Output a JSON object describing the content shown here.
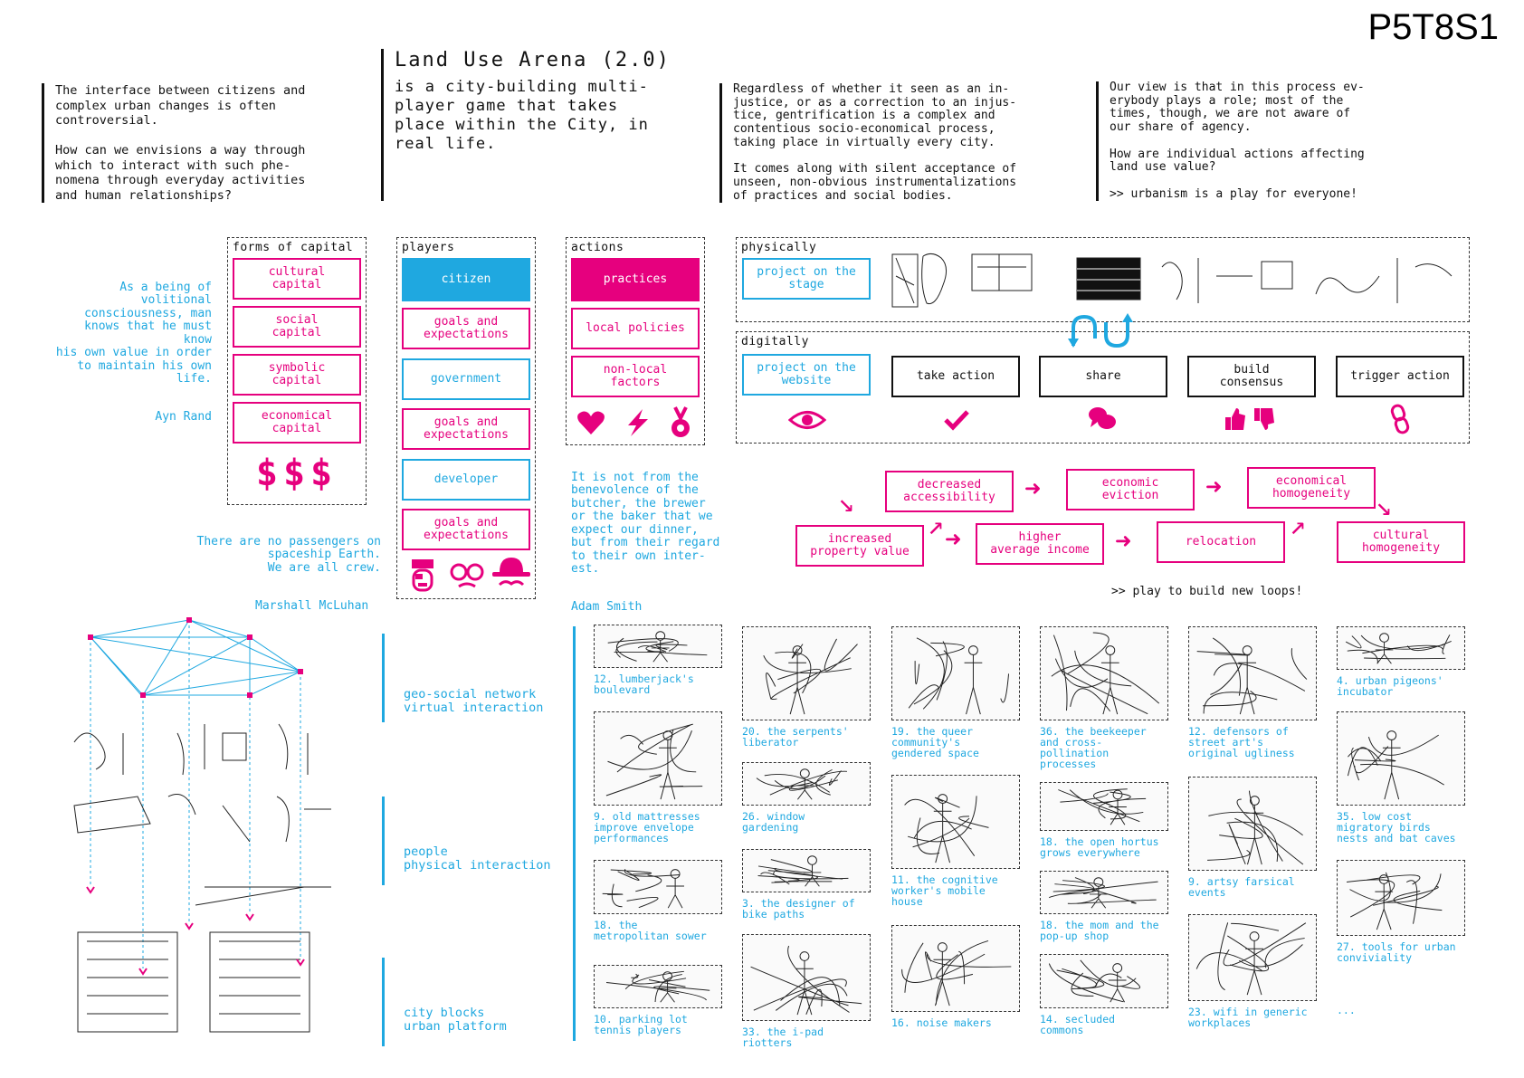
{
  "code": "P5T8S1",
  "title": "Land Use Arena (2.0)",
  "lead": "is a city-building multi-\nplayer game that takes\nplace within the City, in\nreal life.",
  "intro_left": "The interface between citizens and\ncomplex urban changes is often\ncontroversial.\n\nHow can we envisions a way through\nwhich to interact with such phe-\nnomena through everyday activities\nand human relationships?",
  "intro_mid": "Regardless of whether it seen as an in-\njustice, or as a correction to an injus-\ntice, gentrification is a complex and\ncontentious socio-economical process,\ntaking place in virtually every city.\n\nIt comes along with silent acceptance of\nunseen, non-obvious instrumentalizations\nof practices and social bodies.",
  "intro_right": "Our view is that in this process ev-\nerybody plays a role; most of the\ntimes, though, we are not aware of\nour share of agency.\n\nHow are individual actions affecting\nland use value?\n\n>> urbanism is a play for everyone!",
  "quote1": {
    "text": "As a being of\nvolitional\nconsciousness, man\nknows that he must know\nhis own value in order\nto maintain his own\nlife.",
    "author": "Ayn Rand"
  },
  "quote2": {
    "text": "There are no passengers on\nspaceship Earth.\nWe are all crew.",
    "author": "Marshall McLuhan"
  },
  "quote3": {
    "text": "It is not from the\nbenevolence of  the\nbutcher, the brewer\nor the baker that we\nexpect our dinner,\nbut from their regard\nto their own inter-\nest.",
    "author": "Adam Smith"
  },
  "capital": {
    "title": "forms of capital",
    "items": [
      "cultural\ncapital",
      "social\ncapital",
      "symbolic\ncapital",
      "economical\ncapital"
    ],
    "symbol": "$$$"
  },
  "players": {
    "title": "players",
    "items": [
      "citizen",
      "goals and\nexpectations",
      "government",
      "goals and\nexpectations",
      "developer",
      "goals and\nexpectations"
    ]
  },
  "actions": {
    "title": "actions",
    "items": [
      "practices",
      "local policies",
      "non-local\nfactors"
    ]
  },
  "physically": {
    "title": "physically",
    "project": "project on the\nstage"
  },
  "digitally": {
    "title": "digitally",
    "project": "project on the\nwebsite",
    "buttons": [
      "take action",
      "share",
      "build\nconsensus",
      "trigger action"
    ]
  },
  "loop": {
    "nodes": [
      "increased\nproperty value",
      "decreased\naccessibility",
      "higher\naverage income",
      "economic\neviction",
      "relocation",
      "economical\nhomogeneity",
      "cultural\nhomogeneity"
    ],
    "cta": ">> play to build new loops!"
  },
  "layers": [
    "geo-social network\n virtual interaction",
    "people\n physical interaction",
    "city blocks\n urban platform"
  ],
  "cards": [
    "12. lumberjack's\nboulevard",
    "20. the serpents'\nliberator",
    "19. the queer\ncommunity's\ngendered space",
    "36. the beekeeper\nand cross-\npollination\nprocesses",
    "12. defensors of\nstreet art's\noriginal ugliness",
    "4. urban pigeons'\nincubator",
    "9. old mattresses\nimprove envelope\nperformances",
    "26. window\ngardening",
    "11. the cognitive\nworker's mobile\nhouse",
    "18. the open hortus\ngrows everywhere",
    "9. artsy farsical\nevents",
    "35. low cost\nmigratory birds\nnests and bat caves",
    "18. the\nmetropolitan sower",
    "3. the designer of\nbike paths",
    "18. the mom and the\npop-up shop",
    "27. tools for urban\nconviviality",
    "10. parking lot\ntennis players",
    "33. the i-pad\nriotters",
    "16. noise makers",
    "14. secluded\ncommons",
    "23. wifi in generic\nworkplaces",
    "..."
  ],
  "colors": {
    "magenta": "#e6007e",
    "cyan": "#1fa8e0",
    "ink": "#111111"
  }
}
